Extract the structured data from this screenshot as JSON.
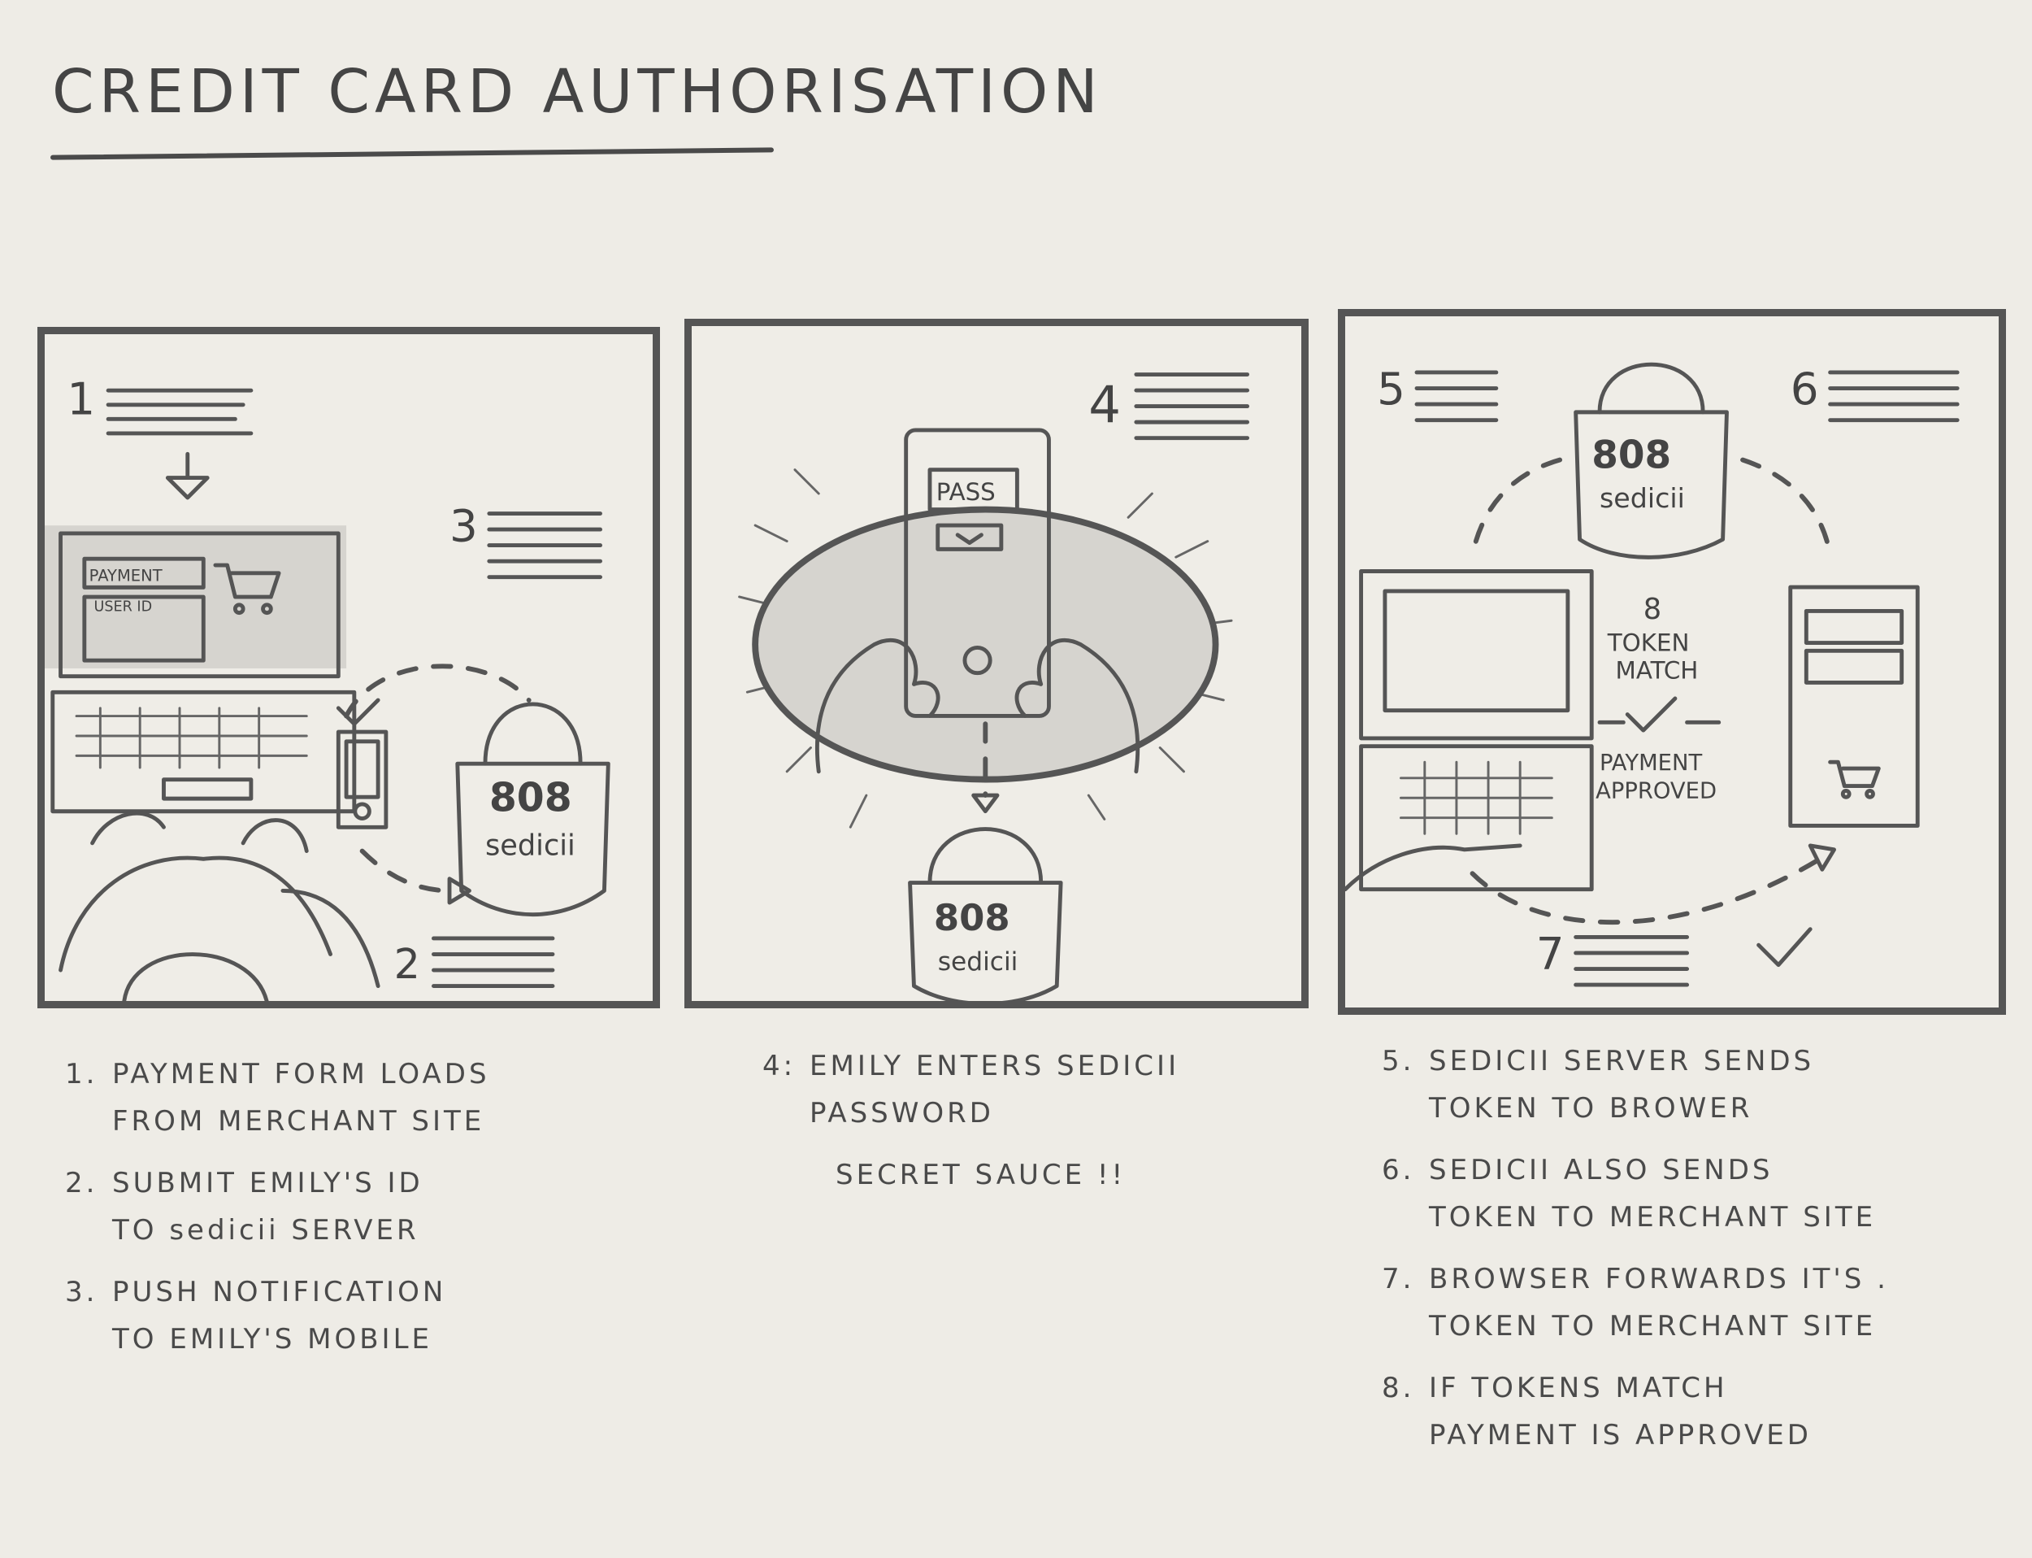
{
  "title": "CREDIT CARD AUTHORISATION",
  "panel1": {
    "step_numbers": [
      "1",
      "2",
      "3"
    ],
    "screen_labels": [
      "PAYMENT",
      "USER ID"
    ],
    "brand": "sedicii"
  },
  "panel2": {
    "step_number": "4",
    "phone_label": "PASS",
    "brand": "sedicii"
  },
  "panel3": {
    "step_numbers": [
      "5",
      "6",
      "7"
    ],
    "brand": "sedicii",
    "center_number": "8",
    "center_lines": [
      "TOKEN",
      "MATCH"
    ],
    "approved_lines": [
      "PAYMENT",
      "APPROVED"
    ]
  },
  "captions": {
    "col1": [
      {
        "num": "1.",
        "lines": [
          "PAYMENT FORM LOADS",
          "FROM MERCHANT SITE"
        ]
      },
      {
        "num": "2.",
        "lines": [
          "SUBMIT EMILY'S ID",
          "TO   sedicii   SERVER"
        ]
      },
      {
        "num": "3.",
        "lines": [
          "PUSH NOTIFICATION",
          "TO EMILY'S MOBILE"
        ]
      }
    ],
    "col2": [
      {
        "num": "4:",
        "lines": [
          "EMILY   ENTERS   SEDICII",
          "PASSWORD"
        ]
      },
      {
        "num": "",
        "lines": [
          "SECRET  SAUCE !!"
        ]
      }
    ],
    "col3": [
      {
        "num": "5.",
        "lines": [
          "SEDICII   SERVER   SENDS",
          "TOKEN  TO  BROWER"
        ]
      },
      {
        "num": "6.",
        "lines": [
          "SEDICII   ALSO   SENDS",
          "TOKEN  TO  MERCHANT SITE"
        ]
      },
      {
        "num": "7.",
        "lines": [
          "BROWSER  FORWARDS  IT'S .",
          "TOKEN  TO  MERCHANT SITE"
        ]
      },
      {
        "num": "8.",
        "lines": [
          "IF TOKENS  MATCH",
          "PAYMENT  IS APPROVED"
        ]
      }
    ]
  }
}
